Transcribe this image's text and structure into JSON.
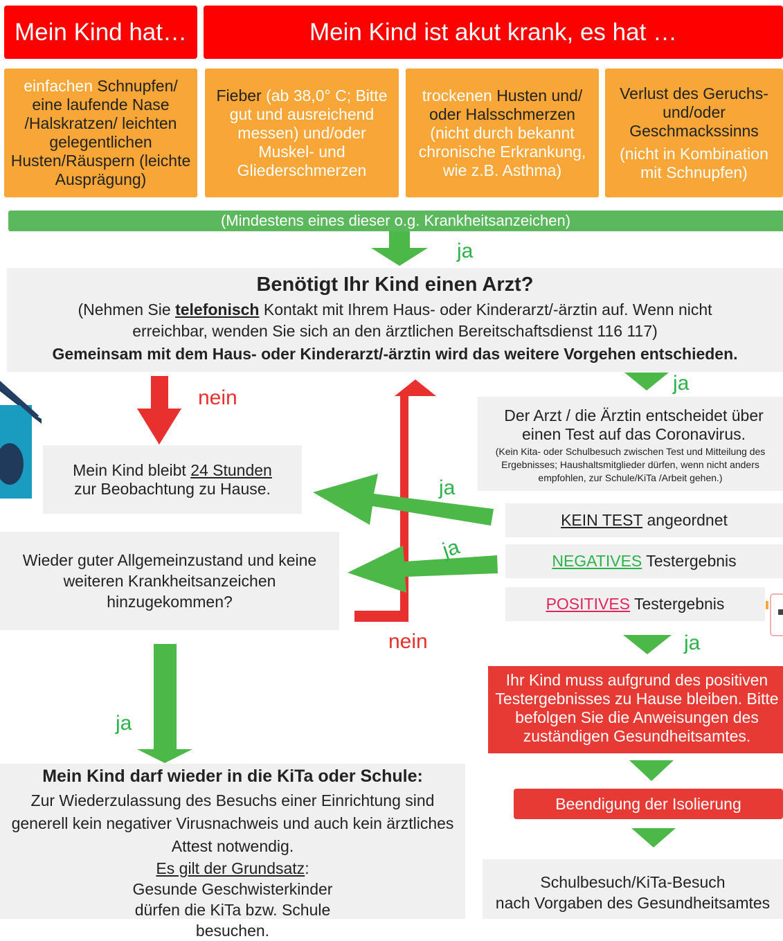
{
  "header": {
    "left": "Mein Kind hat…",
    "right": "Mein Kind ist akut krank, es hat …"
  },
  "symptoms": {
    "s1": {
      "a": "einfachen ",
      "b": "Schnupfen",
      "c": "/ eine laufende Nase /Halskratzen/ leichten gelegentlichen Husten/Räuspern (leichte Ausprägung)"
    },
    "s2": {
      "a": "Fieber",
      "b": " (ab 38,0° C; Bitte gut und ausreichend messen)  und/oder Muskel- und Gliederschmerzen"
    },
    "s3": {
      "a": "trockenen ",
      "b": "Husten",
      "c": " und/ oder ",
      "d": "Halsschmerzen",
      "e": " (nicht durch bekannt chronische Erkrankung, wie z.B. Asthma)"
    },
    "s4": {
      "a": "Verlust des Geruchs- und/oder Geschmackssinns",
      "b": "(nicht in Kombination mit Schnupfen)"
    }
  },
  "green_bar": "(Mindestens eines dieser o.g. Krankheitsanzeichen)",
  "labels": {
    "ja": "ja",
    "nein": "nein"
  },
  "doctor": {
    "title": "Benötigt Ihr Kind einen Arzt?",
    "line1_pre": "(Nehmen Sie ",
    "line1_bold": "telefonisch",
    "line1_post": " Kontakt mit Ihrem Haus- oder Kinderarzt/-ärztin auf. Wenn nicht",
    "line2": "erreichbar, wenden Sie sich an den ärztlichen Bereitschaftsdienst 116 117)",
    "line3": "Gemeinsam mit dem Haus- oder Kinderarzt/-ärztin wird das weitere Vorgehen entschieden."
  },
  "stay_home": {
    "pre": "Mein Kind bleibt ",
    "underlined": "24 Stunden",
    "post": "zur Beobachtung zu Hause."
  },
  "recovery": "Wieder guter Allgemeinzustand und keine weiteren Krankheitsanzeichen hinzugekommen?",
  "test_decision": {
    "main": "Der Arzt / die Ärztin entscheidet über einen Test auf das Coronavirus.",
    "small": "(Kein Kita- oder Schulbesuch zwischen Test und Mitteilung des Ergebnisses; Haushaltsmitglieder dürfen, wenn nicht anders empfohlen, zur Schule/KiTa /Arbeit gehen.)"
  },
  "results": {
    "none": {
      "key": "KEIN TEST",
      "rest": " angeordnet"
    },
    "negative": {
      "key": "NEGATIVES",
      "rest": " Testergebnis"
    },
    "positive": {
      "key": "POSITIVES",
      "rest": " Testergebnis"
    }
  },
  "positive_info": "Ihr Kind muss aufgrund des positiven Testergebnisses zu Hause bleiben. Bitte befolgen Sie die Anweisungen des zuständigen Gesundheitsamtes.",
  "isolation_end": "Beendigung der Isolierung",
  "school_visit": {
    "line1": "Schulbesuch/KiTa-Besuch",
    "line2": "nach Vorgaben des Gesundheitsamtes"
  },
  "return": {
    "title": "Mein Kind darf wieder in die KiTa oder Schule:",
    "body": "Zur Wiederzulassung des Besuchs einer Einrichtung sind generell kein negativer Virusnachweis und auch kein ärztliches Attest notwendig.",
    "principle": "Es gilt der Grundsatz",
    "colon": ":",
    "siblings": "Gesunde Geschwisterkinder dürfen die KiTa bzw. Schule besuchen."
  },
  "colors": {
    "red": "#ff0000",
    "orange": "#f7a637",
    "green": "#5cb85c",
    "arrow_red": "#e8312f",
    "negative": "#2bb34a",
    "positive": "#e0245e"
  }
}
